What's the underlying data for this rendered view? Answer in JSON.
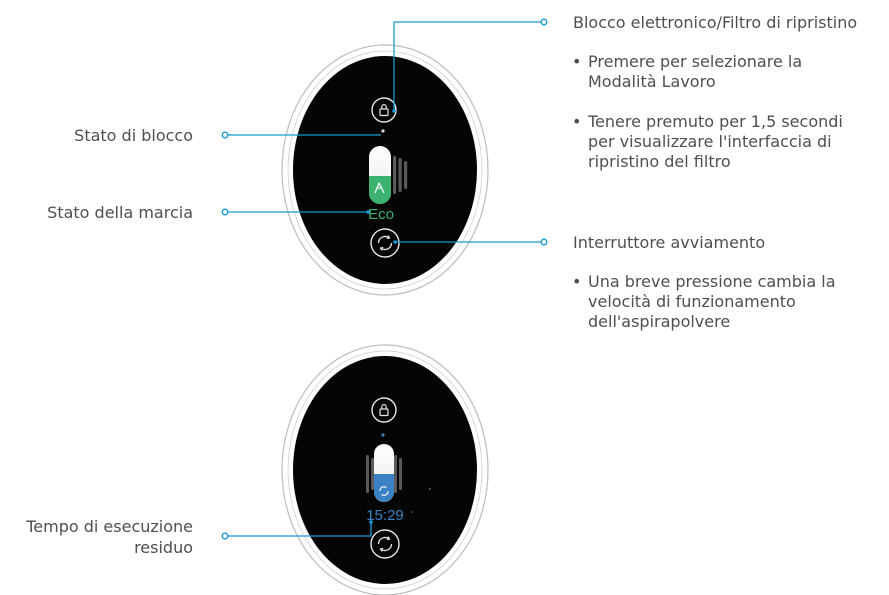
{
  "callouts": {
    "lock_button_title": "Blocco elettronico/Filtro di ripristino",
    "lock_button_bullets": [
      "Premere per selezionare la Modalità Lavoro",
      "Tenere premuto per 1,5 secondi per visualizzare l'interfaccia di ripristino del filtro"
    ],
    "lock_status": "Stato di blocco",
    "gear_status": "Stato della marcia",
    "power_switch_title": "Interruttore avviamento",
    "power_switch_bullets": [
      "Una breve pressione cambia la velocità di funzionamento dell'aspirapolvere"
    ],
    "remaining_time_line1": "Tempo di esecuzione",
    "remaining_time_line2": "residuo"
  },
  "display_top": {
    "mode_text": "Eco"
  },
  "display_bottom": {
    "timer_text": "15:29"
  },
  "colors": {
    "callout_line": "#1a9ad6",
    "eco_green": "#3cb371",
    "timer_blue": "#3b82c4",
    "panel_black": "#050505",
    "bezel": "#bdbdbd"
  },
  "bullet_glyph": "•"
}
